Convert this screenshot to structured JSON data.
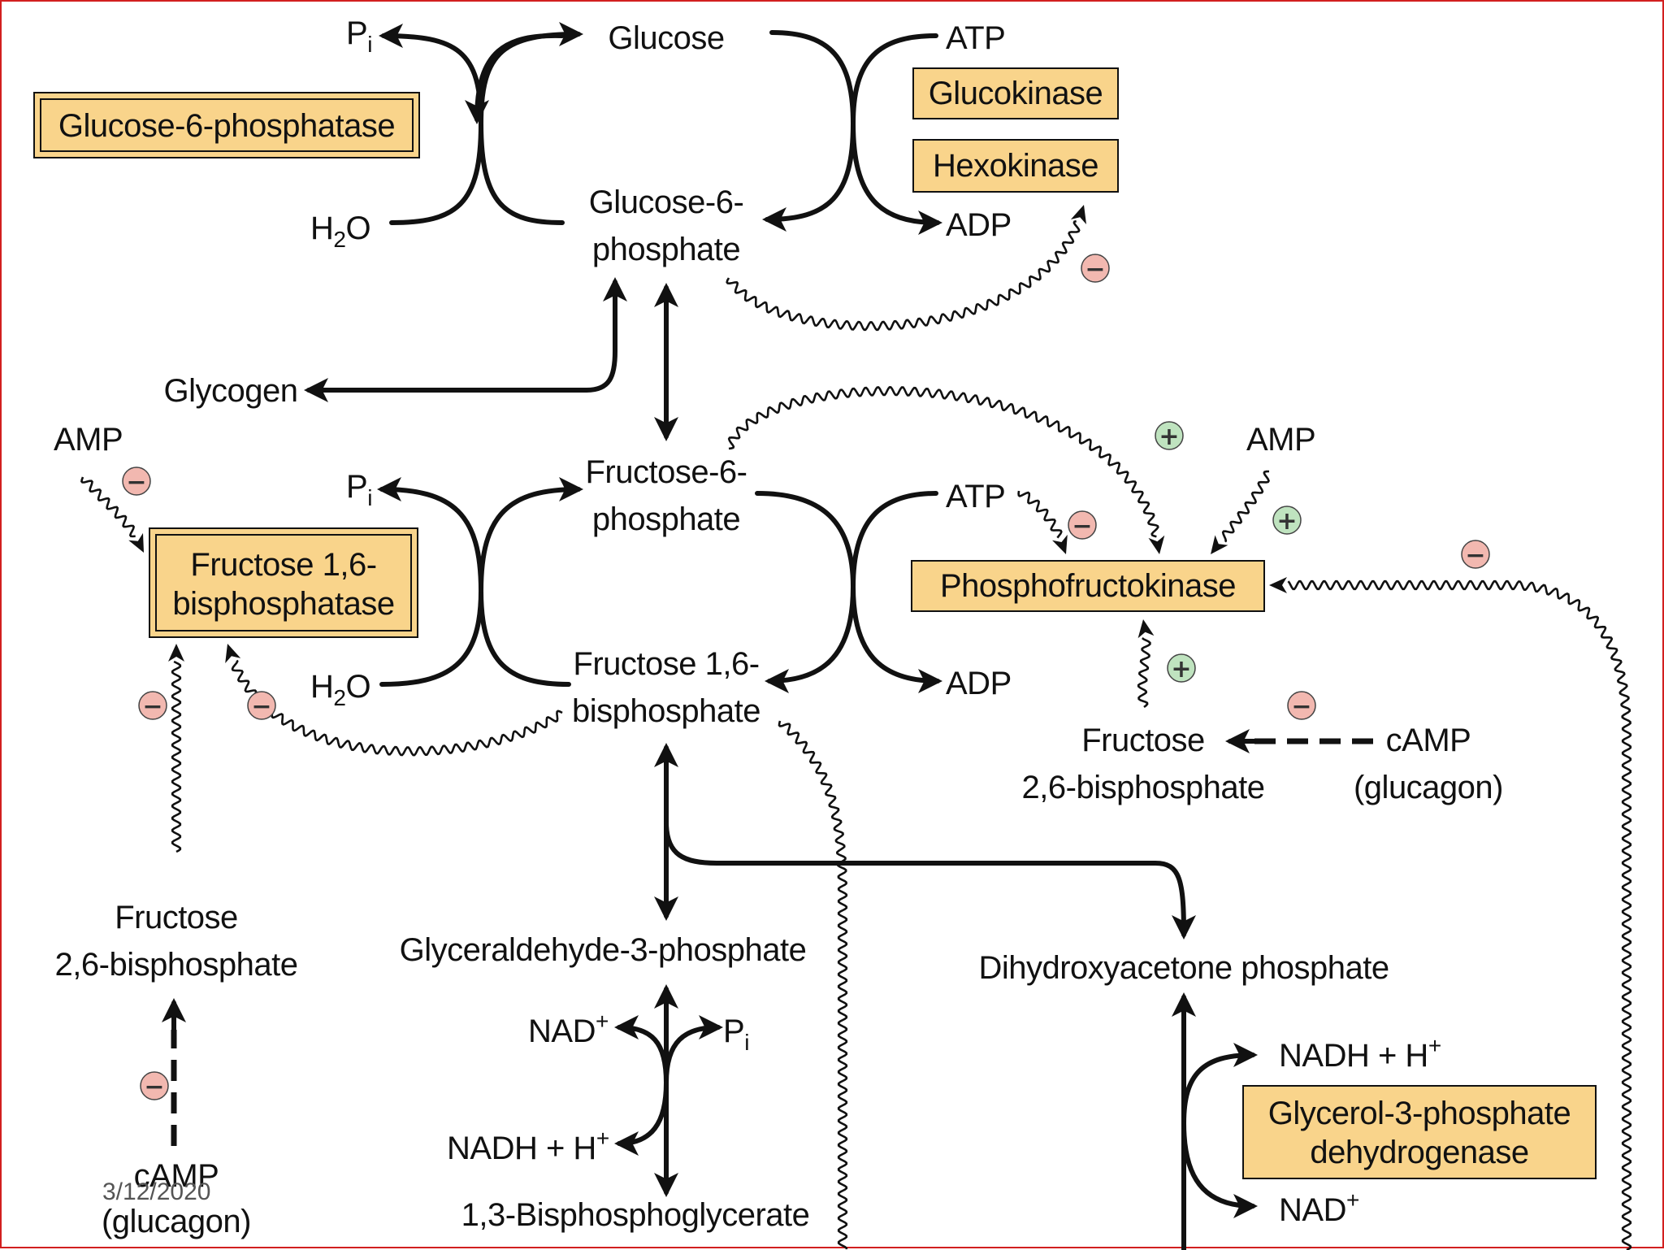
{
  "colors": {
    "enzyme_fill": "#f9d48b",
    "inhibit": "#f2b8b0",
    "activate": "#bfe3bf",
    "frame": "#d21f1f"
  },
  "metabolites": {
    "glucose": "Glucose",
    "g6p_1": "Glucose-6-",
    "g6p_2": "phosphate",
    "glycogen": "Glycogen",
    "f6p_1": "Fructose-6-",
    "f6p_2": "phosphate",
    "fbp_1": "Fructose 1,6-",
    "fbp_2": "bisphosphate",
    "gap": "Glyceraldehyde-3-phosphate",
    "dhap": "Dihydroxyacetone phosphate",
    "bpg": "1,3-Bisphosphoglycerate",
    "f26bp_left_1": "Fructose",
    "f26bp_left_2": "2,6-bisphosphate",
    "f26bp_right_1": "Fructose",
    "f26bp_right_2": "2,6-bisphosphate",
    "camp_left_1": "cAMP",
    "camp_left_2": "(glucagon)",
    "camp_right_1": "cAMP",
    "camp_right_2": "(glucagon)"
  },
  "cofactors": {
    "pi_top": "P",
    "pi_top_sub": "i",
    "h2o_top_pre": "H",
    "h2o_top_sub": "2",
    "h2o_top_post": "O",
    "atp_top": "ATP",
    "adp_top": "ADP",
    "amp_left": "AMP",
    "amp_right": "AMP",
    "pi_mid": "P",
    "pi_mid_sub": "i",
    "h2o_mid_pre": "H",
    "h2o_mid_sub": "2",
    "h2o_mid_post": "O",
    "atp_mid": "ATP",
    "adp_mid": "ADP",
    "nad_gap": "NAD",
    "nad_gap_sup": "+",
    "pi_gap": "P",
    "pi_gap_sub": "i",
    "nadh_gap": "NADH + H",
    "nadh_gap_sup": "+",
    "nadh_dhap": "NADH + H",
    "nadh_dhap_sup": "+",
    "nad_dhap": "NAD",
    "nad_dhap_sup": "+"
  },
  "enzymes": {
    "g6pase": "Glucose-6-phosphatase",
    "glucokinase": "Glucokinase",
    "hexokinase": "Hexokinase",
    "fbpase_1": "Fructose 1,6-",
    "fbpase_2": "bisphosphatase",
    "pfk": "Phosphofructokinase",
    "g3pdh_1": "Glycerol-3-phosphate",
    "g3pdh_2": "dehydrogenase"
  },
  "signs": {
    "minus": "−",
    "plus": "+"
  },
  "footer": {
    "date": "3/12/2020"
  }
}
